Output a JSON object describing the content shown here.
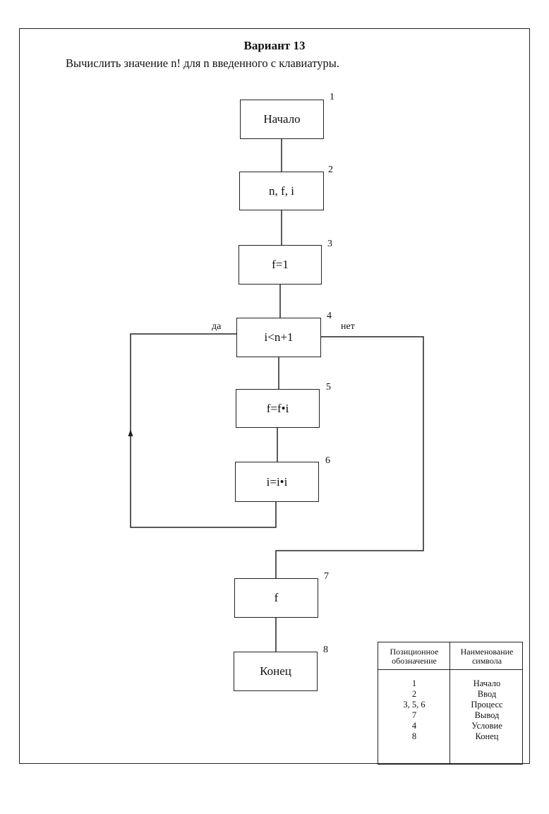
{
  "title": "Вариант 13",
  "task": "Вычислить значение n! для n введенного с клавиатуры.",
  "blocks": [
    {
      "num": "1",
      "text": "Начало"
    },
    {
      "num": "2",
      "text": "n, f, i"
    },
    {
      "num": "3",
      "text": "f=1"
    },
    {
      "num": "4",
      "text": "i<n+1"
    },
    {
      "num": "5",
      "text": "f=f•i"
    },
    {
      "num": "6",
      "text": "i=i•i"
    },
    {
      "num": "7",
      "text": "f"
    },
    {
      "num": "8",
      "text": "Конец"
    }
  ],
  "branch_labels": {
    "yes": "да",
    "no": "нет"
  },
  "legend": {
    "header_position": "Позиционное обозначение",
    "header_name": "Наименование символа",
    "rows": [
      {
        "position": "1",
        "name": "Начало"
      },
      {
        "position": "2",
        "name": "Ввод"
      },
      {
        "position": "3, 5, 6",
        "name": "Процесс"
      },
      {
        "position": "7",
        "name": "Вывод"
      },
      {
        "position": "4",
        "name": "Условие"
      },
      {
        "position": "8",
        "name": "Конец"
      }
    ]
  }
}
